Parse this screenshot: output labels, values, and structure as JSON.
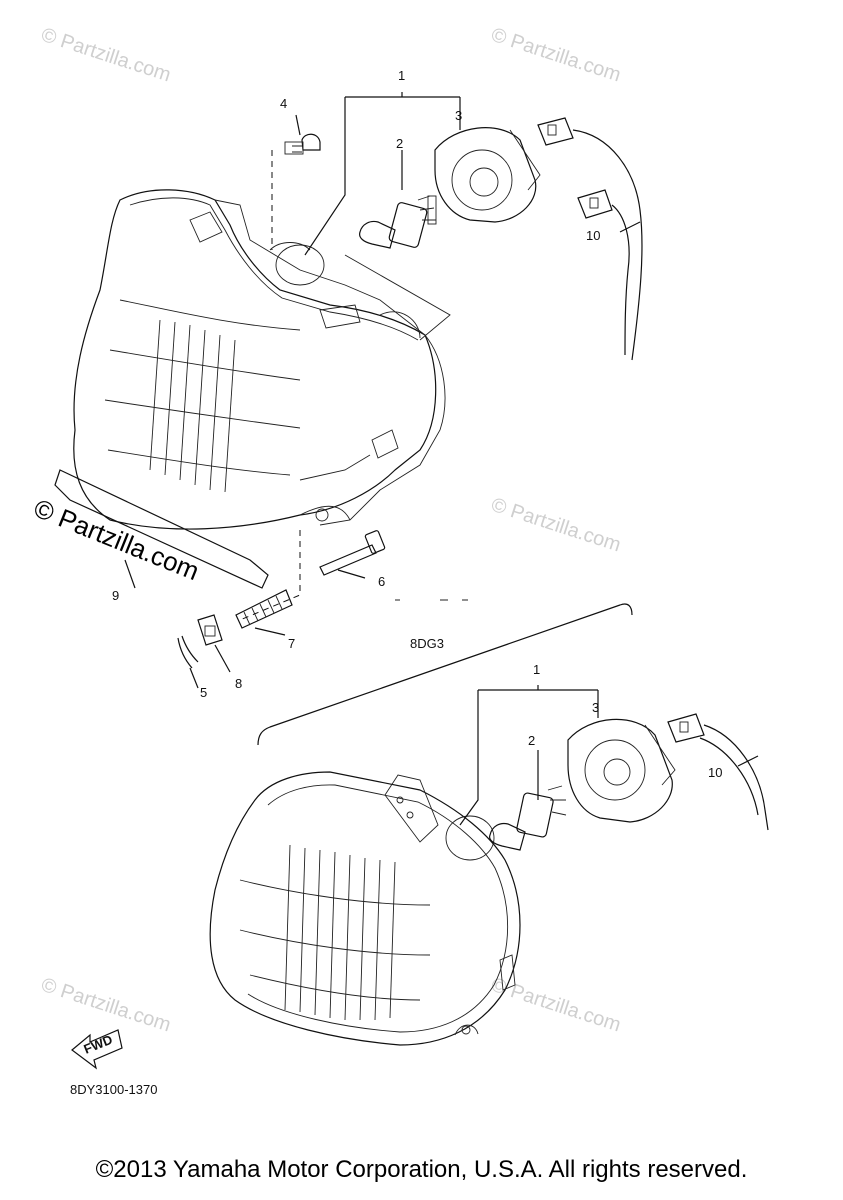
{
  "watermarks": {
    "partzilla": "© Partzilla.com",
    "partzilla_side": "© Partzilla.com"
  },
  "variant_label": "8DG3",
  "callouts": {
    "c1_top": "1",
    "c2_top": "2",
    "c3_top": "3",
    "c4": "4",
    "c5": "5",
    "c6": "6",
    "c7": "7",
    "c8": "8",
    "c9": "9",
    "c10_top": "10",
    "c1_bottom": "1",
    "c2_bottom": "2",
    "c3_bottom": "3",
    "c10_bottom": "10"
  },
  "fwd_label": "FWD",
  "diagram_code": "8DY3100-1370",
  "footer": "©2013 Yamaha Motor Corporation, U.S.A. All rights reserved."
}
